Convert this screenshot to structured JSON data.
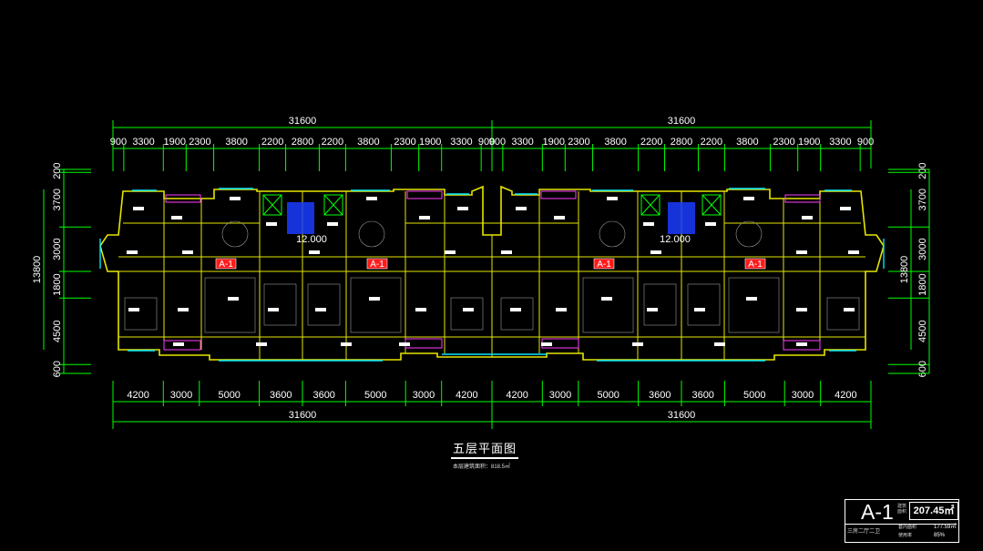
{
  "drawing": {
    "top_total": [
      "31600",
      "31600"
    ],
    "top_segments": [
      "900",
      "3300",
      "1900",
      "2300",
      "3800",
      "2200",
      "2800",
      "2200",
      "3800",
      "2300",
      "1900",
      "3300",
      "900",
      "900",
      "3300",
      "1900",
      "2300",
      "3800",
      "2200",
      "2800",
      "2200",
      "3800",
      "2300",
      "1900",
      "3300",
      "900"
    ],
    "bottom_segments": [
      "4200",
      "3000",
      "5000",
      "3600",
      "3600",
      "5000",
      "3000",
      "4200",
      "4200",
      "3000",
      "5000",
      "3600",
      "3600",
      "5000",
      "3000",
      "4200"
    ],
    "bottom_total": [
      "31600",
      "31600"
    ],
    "left_segments": [
      "200",
      "3700",
      "3000",
      "1800",
      "4500",
      "600"
    ],
    "left_total": "13800",
    "right_segments": [
      "200",
      "3700",
      "3000",
      "1800",
      "4500",
      "600"
    ],
    "right_total": "13800",
    "unit_tags": [
      "A-1",
      "A-1",
      "A-1",
      "A-1"
    ],
    "stair_labels": [
      "12.000",
      "12.000"
    ]
  },
  "title": {
    "name": "五层平面图",
    "subtitle": "本层建筑面积：818.5㎡"
  },
  "legend": {
    "unit_code": "A-1",
    "area_label": "建筑面积",
    "area_value": "207.45㎡",
    "description": "三房二厅二卫",
    "inner_area_label": "套内面积",
    "inner_area_value": "177.59㎡",
    "usage_label": "使用率",
    "usage_value": "85%"
  },
  "colors": {
    "dimension": "#00ff00",
    "wall": "#e6e600",
    "window": "#00e5ff",
    "accent": "#ff3cff",
    "tag": "#ff1a1a",
    "stair": "#1a3cff"
  }
}
